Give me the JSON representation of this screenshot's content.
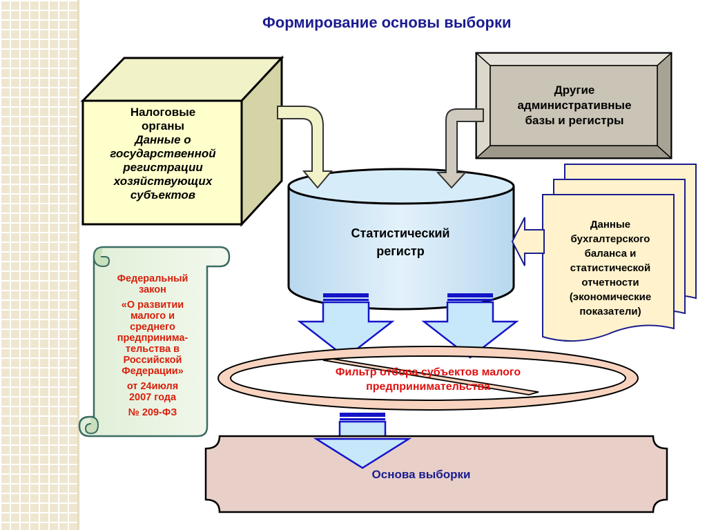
{
  "title": "Формирование основы выборки",
  "tax_organs": {
    "heading": [
      "Налоговые",
      "органы"
    ],
    "detail": [
      "Данные о",
      "государственной",
      "регистрации",
      "хозяйствующих",
      "субъектов"
    ]
  },
  "other_bases": [
    "Другие",
    "административные",
    "базы и регистры"
  ],
  "statistical_register": [
    "Статистический",
    "регистр"
  ],
  "balance_data": [
    "Данные",
    "бухгалтерского",
    "баланса и",
    "статистической",
    "отчетности",
    "(экономические",
    "показатели)"
  ],
  "federal_law": {
    "line1": [
      "Федеральный",
      "закон"
    ],
    "line2": [
      "«О развитии",
      "малого и",
      "среднего",
      "предпринима-",
      "тельства в",
      "Российской",
      "Федерации»"
    ],
    "line3": [
      "от 24июля",
      "2007 года"
    ],
    "line4": "№ 209-ФЗ"
  },
  "filter": [
    "Фильтр отбора субъектов малого",
    "предпринимательства"
  ],
  "sample_basis": "Основа выборки",
  "colors": {
    "title": "#1b1c8f",
    "cube_face": "#ffffcc",
    "cylinder": "#cde6f7",
    "law_text": "#d81e0a",
    "filter_ring": "#f8d4c0",
    "basis_box": "#e8cfc8",
    "doc_fill": "#fff2cc"
  }
}
